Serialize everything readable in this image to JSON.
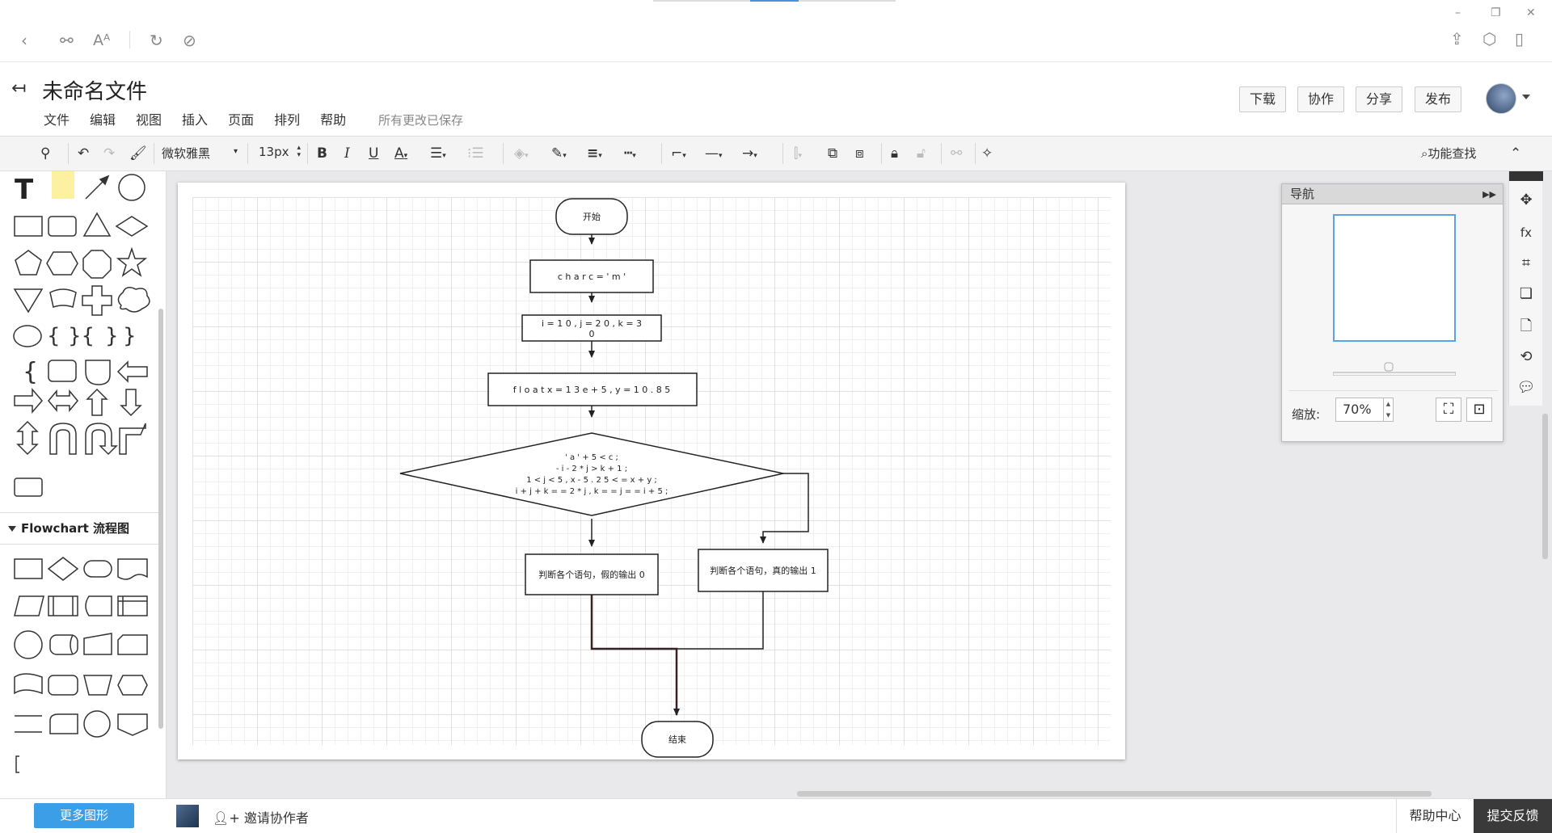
{
  "header": {
    "doc_title": "未命名文件",
    "menu": [
      "文件",
      "编辑",
      "视图",
      "插入",
      "页面",
      "排列",
      "帮助"
    ],
    "save_status": "所有更改已保存",
    "buttons": [
      "下载",
      "协作",
      "分享",
      "发布"
    ]
  },
  "toolbar": {
    "font_family": "微软雅黑",
    "font_size": "13px",
    "feature_search": "功能查找"
  },
  "sidebar": {
    "flowchart_section": "Flowchart 流程图",
    "more_shapes": "更多图形"
  },
  "diagram": {
    "nodes": {
      "start": "开始",
      "char": "c h a r   c = ' m '",
      "ints": [
        "i = 1 0 ,  j = 2 0 ,  k = 3",
        "0"
      ],
      "float": "f l o a t   x = 1 3 e + 5 ,  y = 1 0 . 8 5",
      "cond": [
        "' a ' + 5 < c ;",
        "- i - 2 * j > k + 1 ;",
        "1 < j < 5 ,  x - 5 . 2 5 < = x + y ;",
        "i + j + k = = 2 * j ,  k = = j = = i + 5 ;"
      ],
      "false_box": "判断各个语句，假的输出 0",
      "true_box": "判断各个语句，真的输出 1",
      "end": "结束"
    }
  },
  "navigator": {
    "title": "导航",
    "zoom_label": "缩放:",
    "zoom_value": "70%"
  },
  "bottom": {
    "invite": "邀请协作者",
    "help_center": "帮助中心",
    "feedback": "提交反馈"
  },
  "colors": {
    "accent": "#3d9ee8",
    "nav_frame": "#5aa3e8",
    "feedback_bg": "#3a3a3a"
  }
}
